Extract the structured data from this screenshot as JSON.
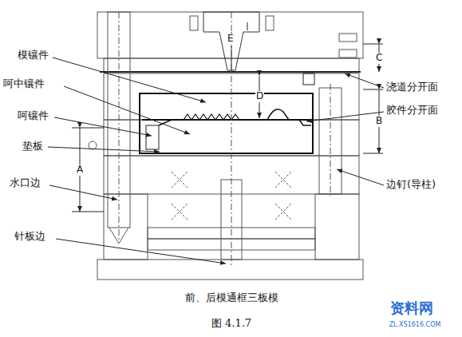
{
  "diagram": {
    "caption": "前、后模通框三板模",
    "labels": [
      "模镶件",
      "呵中镶件",
      "呵镶件",
      "垫板",
      "水口边",
      "针板边",
      "浇道分开面",
      "胶件分开面",
      "边钉(导柱)",
      "E",
      "C",
      "D",
      "B",
      "A",
      "图 4.1.7",
      "资料网",
      "ZL.XS1616.COM"
    ]
  }
}
